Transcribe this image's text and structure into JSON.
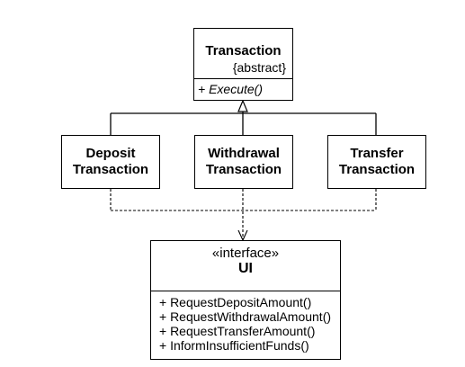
{
  "transaction": {
    "name": "Transaction",
    "stereotype": "{abstract}",
    "operation": "+ Execute()"
  },
  "subclasses": [
    {
      "line1": "Deposit",
      "line2": "Transaction"
    },
    {
      "line1": "Withdrawal",
      "line2": "Transaction"
    },
    {
      "line1": "Transfer",
      "line2": "Transaction"
    }
  ],
  "ui": {
    "stereotype": "«interface»",
    "name": "UI",
    "operations": [
      "+ RequestDepositAmount()",
      "+ RequestWithdrawalAmount()",
      "+ RequestTransferAmount()",
      "+ InformInsufficientFunds()"
    ]
  }
}
